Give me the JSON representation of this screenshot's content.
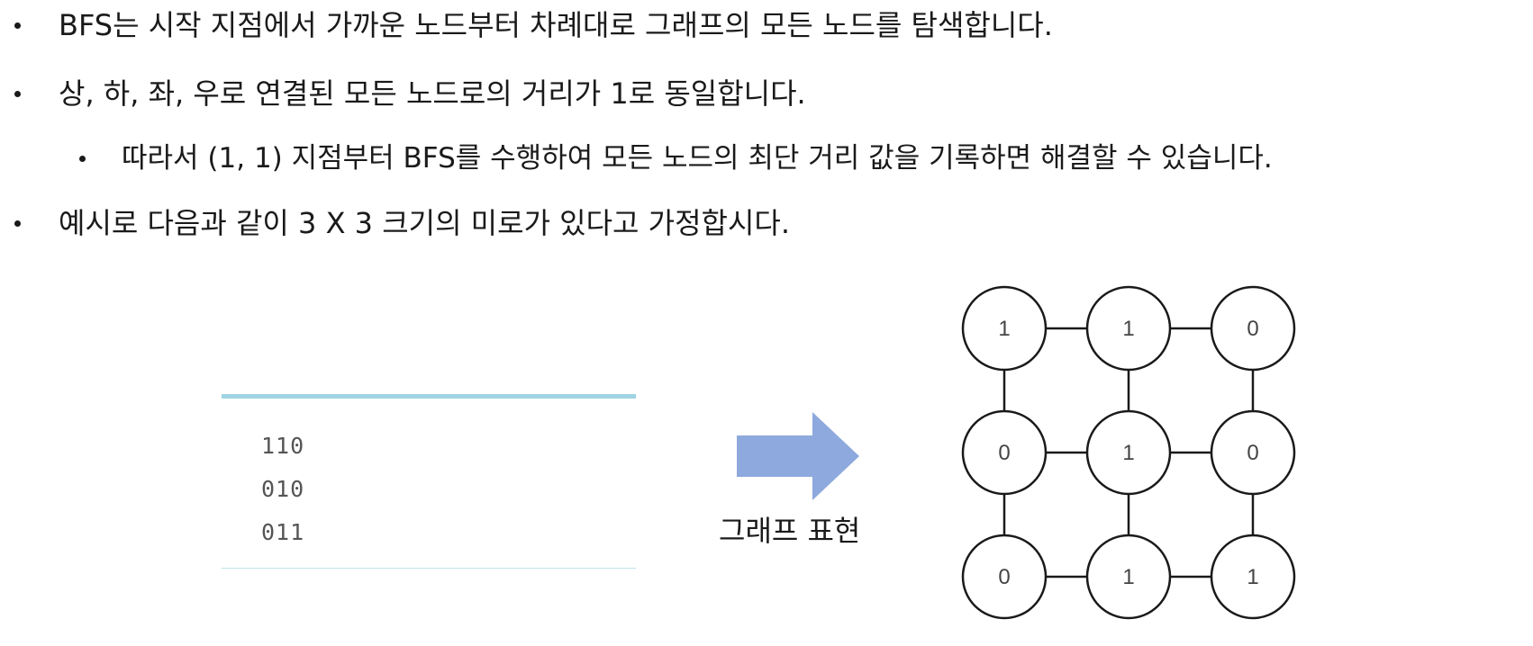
{
  "bullets": [
    "BFS는 시작 지점에서 가까운 노드부터 차례대로 그래프의 모든 노드를 탐색합니다.",
    "상, 하, 좌, 우로 연결된 모든 노드로의 거리가 1로 동일합니다.",
    "따라서 (1, 1) 지점부터 BFS를 수행하여 모든 노드의 최단 거리 값을 기록하면 해결할 수 있습니다.",
    "예시로 다음과 같이 3 X 3 크기의 미로가 있다고 가정합시다."
  ],
  "maze": {
    "lines": [
      "110",
      "010",
      "011"
    ]
  },
  "arrow": {
    "label": "그래프 표현",
    "color": "#8ea9dd"
  },
  "graph": {
    "rows": [
      [
        "1",
        "1",
        "0"
      ],
      [
        "0",
        "1",
        "0"
      ],
      [
        "0",
        "1",
        "1"
      ]
    ]
  }
}
